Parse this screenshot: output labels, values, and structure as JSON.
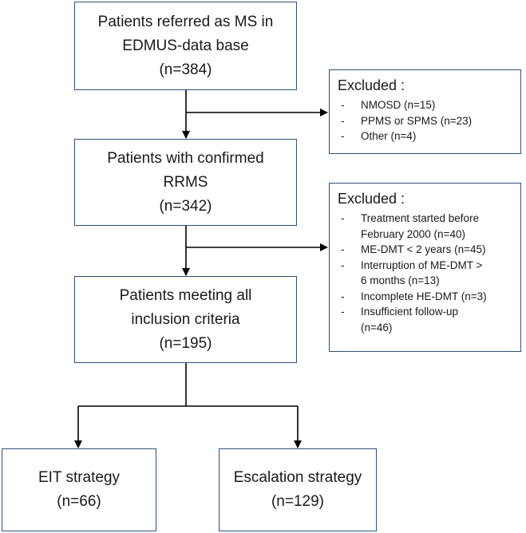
{
  "boxes": {
    "referred": {
      "lines": [
        "Patients referred as MS in",
        "EDMUS-data base",
        "(n=384)"
      ]
    },
    "confirmed": {
      "lines": [
        "Patients with confirmed",
        "RRMS",
        "(n=342)"
      ]
    },
    "meeting": {
      "lines": [
        "Patients meeting all",
        "inclusion criteria",
        "(n=195)"
      ]
    },
    "eit": {
      "lines": [
        "EIT strategy",
        "(n=66)"
      ]
    },
    "escalation": {
      "lines": [
        "Escalation strategy",
        "(n=129)"
      ]
    }
  },
  "excluded_1": {
    "title": "Excluded :",
    "items": [
      {
        "lines": [
          "NMOSD (n=15)"
        ]
      },
      {
        "lines": [
          "PPMS or SPMS (n=23)"
        ]
      },
      {
        "lines": [
          "Other (n=4)"
        ]
      }
    ]
  },
  "excluded_2": {
    "title": "Excluded :",
    "items": [
      {
        "lines": [
          "Treatment started before",
          "February 2000 (n=40)"
        ]
      },
      {
        "lines": [
          "ME-DMT < 2 years (n=45)"
        ]
      },
      {
        "lines": [
          "Interruption of ME-DMT >",
          "6 months (n=13)"
        ]
      },
      {
        "lines": [
          "Incomplete HE-DMT (n=3)"
        ]
      },
      {
        "lines": [
          "Insufficient follow-up",
          "(n=46)"
        ]
      }
    ]
  },
  "colors": {
    "box_border": "#2f4f7f",
    "connector": "#000000"
  }
}
